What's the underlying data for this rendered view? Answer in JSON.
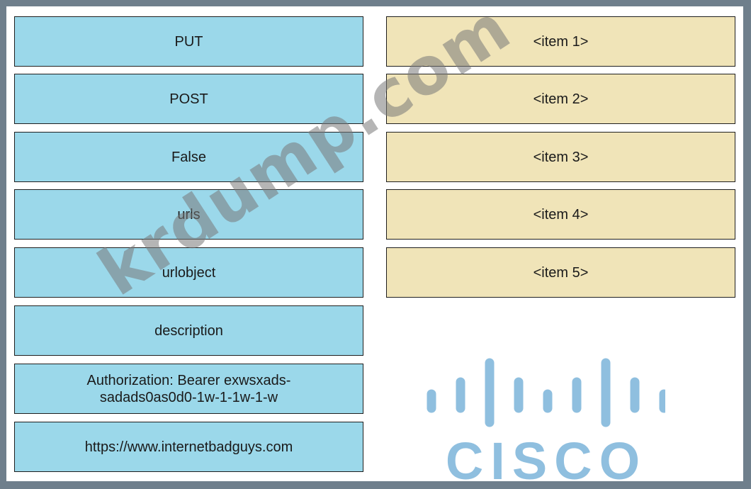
{
  "left_options": [
    "PUT",
    "POST",
    "False",
    "urls",
    "urlobject",
    "description",
    "Authorization: Bearer exwsxads-\nsadads0as0d0-1w-1-1w-1-w",
    "https://www.internetbadguys.com"
  ],
  "right_targets": [
    "<item 1>",
    "<item 2>",
    "<item 3>",
    "<item 4>",
    "<item 5>"
  ],
  "logo": {
    "text": "CISCO",
    "icon": "cisco-bars-logo"
  },
  "watermark": "krdump.com",
  "colors": {
    "option_fill": "#9bd8ea",
    "target_fill": "#f0e4b8",
    "logo_blue": "#8fbfdf",
    "border": "#1f1f1f",
    "outer_frame": "#6f7f8c"
  }
}
